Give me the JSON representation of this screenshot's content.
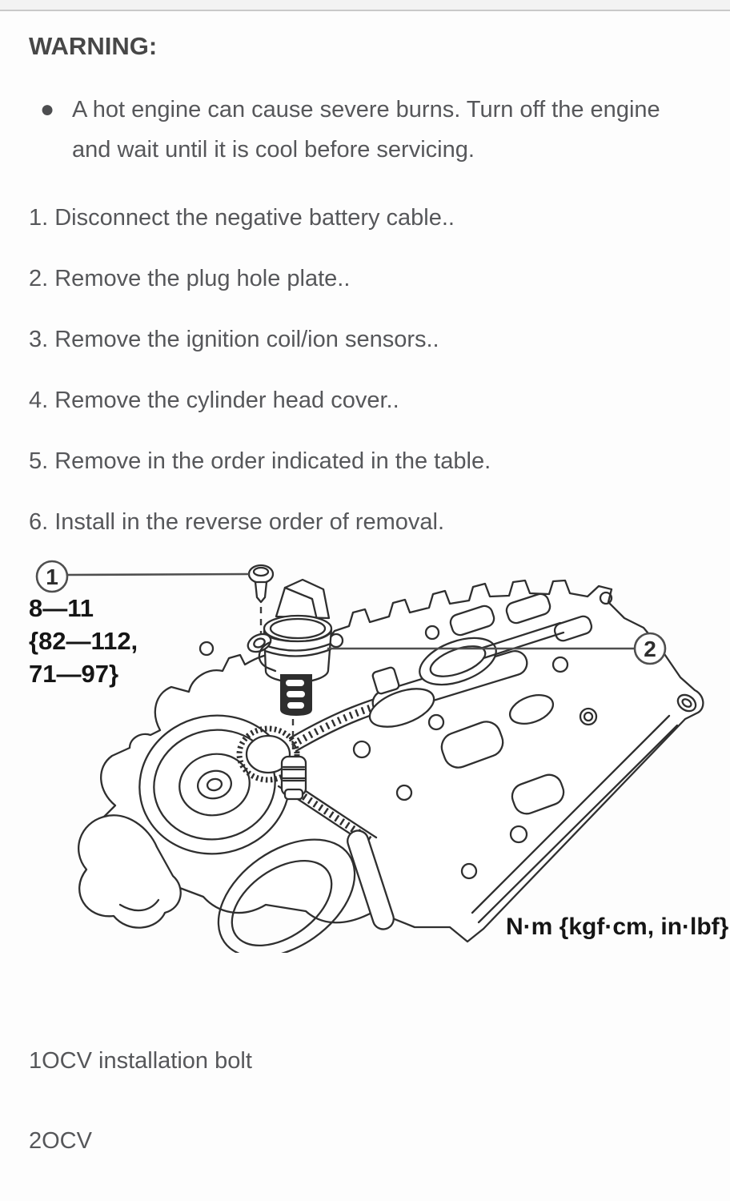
{
  "page": {
    "warning_label": "WARNING:",
    "bullets": [
      "A hot engine can cause severe burns. Turn off the engine and wait until it is cool before servicing."
    ],
    "steps": [
      "1. Disconnect the negative battery cable..",
      "2. Remove the plug hole plate..",
      "3. Remove the ignition coil/ion sensors..",
      "4. Remove the cylinder head cover..",
      "5. Remove in the order indicated in the table.",
      "6. Install in the reverse order of removal."
    ]
  },
  "diagram": {
    "callouts": [
      "1",
      "2"
    ],
    "torque": [
      "8—11",
      "{82—112,",
      "71—97}"
    ],
    "units_label": "N·m {kgf·cm, in·lbf}"
  },
  "legend": {
    "items": [
      "1OCV installation bolt",
      "2OCV"
    ]
  },
  "colors": {
    "body_text": "#56575a",
    "heading_text": "#474747",
    "diagram_ink": "#2f2f2f",
    "background": "#fdfdfd",
    "topbar": "#f3f3f3"
  }
}
